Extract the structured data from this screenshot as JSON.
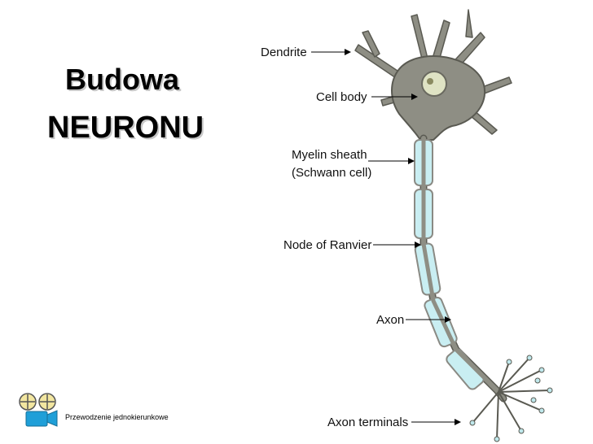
{
  "slide": {
    "title_line1": "Budowa",
    "title_line2": "NEURONU",
    "footer_label": "Przewodzenie jednokierunkowe",
    "footer_icon": "film-camera-icon"
  },
  "diagram": {
    "labels": {
      "dendrite": "Dendrite",
      "cell_body": "Cell body",
      "myelin_sheath": "Myelin sheath",
      "schwann_cell": "(Schwann cell)",
      "node_of_ranvier": "Node of Ranvier",
      "axon": "Axon",
      "axon_terminals": "Axon terminals"
    },
    "colors": {
      "neuron": "#8e8e84",
      "neuron_outline": "#5a5a52",
      "myelin": "#c9eef2",
      "nucleus": "#dfe3c4",
      "terminal_dots": "#bfe8ec"
    }
  }
}
